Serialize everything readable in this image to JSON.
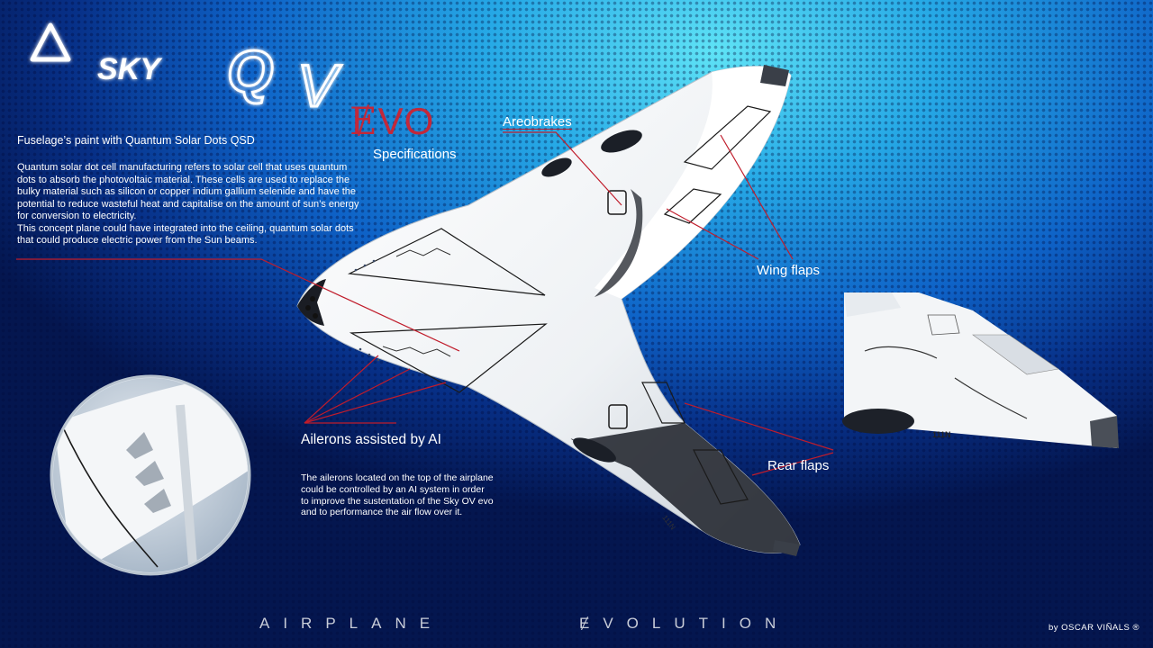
{
  "logo": {
    "mark": "triangle-logo",
    "sky": "SKY",
    "q": "Q",
    "v": "V",
    "evo_e": "Ɇ",
    "evo_rest": "VO"
  },
  "specifications": "Specifications",
  "fuselage": {
    "heading": "Fuselage’s paint with Quantum Solar Dots QSD",
    "paragraph1": "Quantum solar dot cell manufacturing refers to solar cell that uses quantum dots to absorb the photovoltaic material. These cells are used to replace the bulky material such as silicon or copper indium gallium selenide and have the potential to reduce wasteful heat and capitalise on the amount of sun’s energy for conversion to electricity.",
    "paragraph2": "This concept plane could have integrated into the ceiling, quantum solar dots that could produce electric power from the Sun beams."
  },
  "labels": {
    "areobrakes": "Areobrakes",
    "wing_flaps": "Wing flaps",
    "rear_flaps": "Rear flaps",
    "ailerons_title": "Ailerons assisted by AI",
    "ailerons_desc": "The ailerons located on the top of the airplane could be controlled by an AI system in order to improve the sustentation of the Sky OV evo and to performance the air flow over it."
  },
  "plane_markings": {
    "tail_number": "111N"
  },
  "footer": {
    "word1": "AIRPLANE",
    "word2_e": "Ɇ",
    "word2_rest": "VOLUTION",
    "byline": "by OSCAR VIÑALS ®"
  },
  "colors": {
    "accent_red": "#c01c2b",
    "evo_red": "#c3283a",
    "plane_white": "#f2f4f6"
  }
}
